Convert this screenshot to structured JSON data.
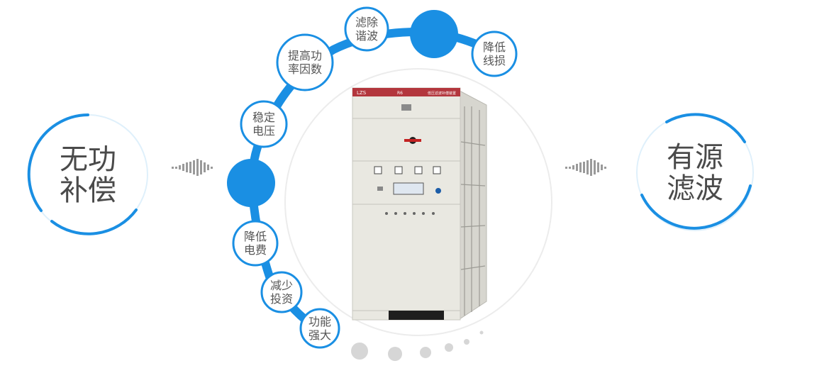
{
  "colors": {
    "accent": "#1a8fe3",
    "ring_light": "#bfe3f8",
    "cabinet": "#e9e8e1",
    "cabinet_top": "#b3363d",
    "dot_gray": "#d6d6d6"
  },
  "left_circle": {
    "line1": "无功",
    "line2": "补偿"
  },
  "right_circle": {
    "line1": "有源",
    "line2": "滤波"
  },
  "features": [
    {
      "line1": "滤除",
      "line2": "谐波"
    },
    {
      "line1": "降低",
      "line2": "线损"
    },
    {
      "line1": "提高功",
      "line2": "率因数"
    },
    {
      "line1": "稳定",
      "line2": "电压"
    },
    {
      "line1": "降低",
      "line2": "电费"
    },
    {
      "line1": "减少",
      "line2": "投资"
    },
    {
      "line1": "功能",
      "line2": "强大"
    }
  ],
  "cabinet": {
    "brand": "LZS",
    "model": "R6",
    "name": "低压滤波补偿装置"
  }
}
